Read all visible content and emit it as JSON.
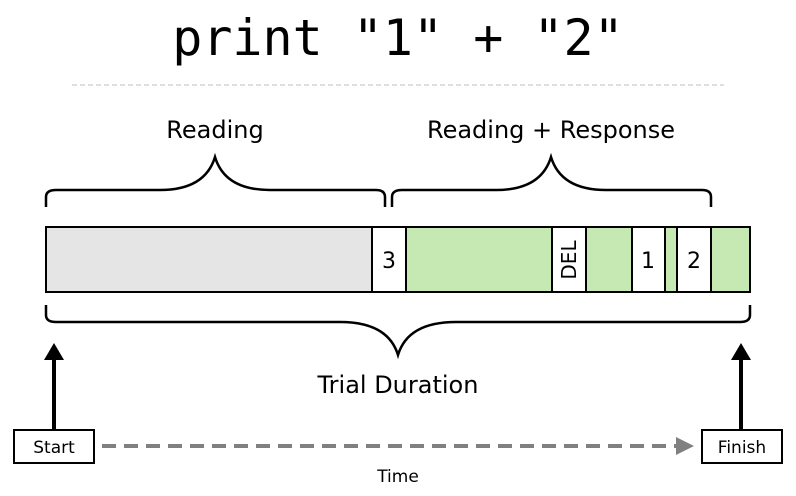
{
  "title": "print \"1\" + \"2\"",
  "labels": {
    "reading": "Reading",
    "reading_response": "Reading + Response",
    "trial_duration": "Trial Duration",
    "start": "Start",
    "finish": "Finish",
    "time": "Time"
  },
  "segments": [
    {
      "label": "",
      "kind": "reading"
    },
    {
      "label": "3",
      "kind": "key"
    },
    {
      "label": "",
      "kind": "response"
    },
    {
      "label": "DEL",
      "kind": "key"
    },
    {
      "label": "",
      "kind": "response"
    },
    {
      "label": "1",
      "kind": "key"
    },
    {
      "label": "",
      "kind": "response"
    },
    {
      "label": "2",
      "kind": "key"
    },
    {
      "label": "",
      "kind": "response"
    }
  ],
  "colors": {
    "reading": "#e5e5e5",
    "response": "#c6e8b2",
    "key": "#ffffff",
    "time_arrow": "#808080",
    "divider": "#cccccc"
  }
}
